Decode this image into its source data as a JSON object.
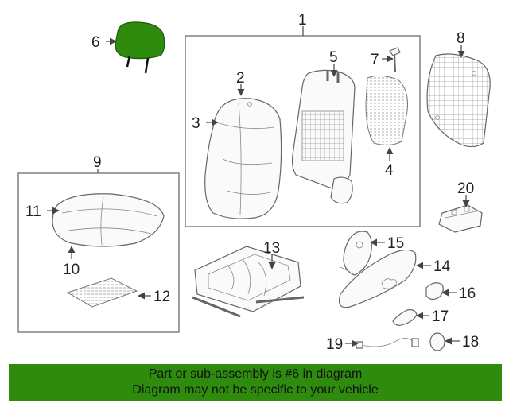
{
  "colors": {
    "highlight": "#2e8b0e",
    "banner_bg": "#2e8b0e",
    "line": "#555555",
    "part_fill": "#fafafa"
  },
  "callouts": {
    "c1": "1",
    "c2": "2",
    "c3": "3",
    "c4": "4",
    "c5": "5",
    "c6": "6",
    "c7": "7",
    "c8": "8",
    "c9": "9",
    "c10": "10",
    "c11": "11",
    "c12": "12",
    "c13": "13",
    "c14": "14",
    "c15": "15",
    "c16": "16",
    "c17": "17",
    "c18": "18",
    "c19": "19",
    "c20": "20"
  },
  "highlighted_part": "6",
  "banner": {
    "line1": "Part or sub-assembly is #6 in diagram",
    "line2": "Diagram may not be specific to your vehicle"
  }
}
